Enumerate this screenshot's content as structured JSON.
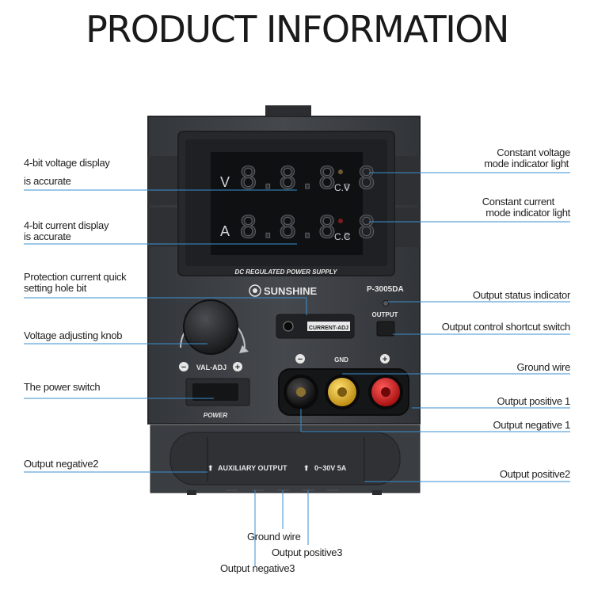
{
  "title": "PRODUCT INFORMATION",
  "device": {
    "brand": "SUNSHINE",
    "model": "P-3005DA",
    "panel_caption": "DC REGULATED POWER SUPPLY",
    "voltage_symbol": "V",
    "current_symbol": "A",
    "voltage_reading": "8.8.8.8",
    "current_reading": "8.8.8.8",
    "cv_label": "C.V",
    "cc_label": "C.C",
    "current_adj_label": "CURRENT-ADJ",
    "output_label": "OUTPUT",
    "gnd_label": "GND",
    "val_adj_label": "VAL-ADJ",
    "power_label": "POWER",
    "minus_symbol": "−",
    "plus_symbol": "+",
    "aux_label": "AUXILIARY OUTPUT",
    "aux_spec": "0~30V 5A",
    "colors": {
      "body": "#3a3d41",
      "display": "#111315",
      "red": "#d81e1e",
      "yellow": "#e0b020",
      "black_post": "#1a1a1a"
    }
  },
  "callouts": {
    "voltage_display_1": "4-bit voltage display",
    "voltage_display_2": "is accurate",
    "current_display_1": "4-bit current display",
    "current_display_2": "is accurate",
    "protection_1": "Protection current quick",
    "protection_2": "setting hole bit",
    "voltage_knob": "Voltage adjusting knob",
    "power_switch": "The power switch",
    "output_negative2": "Output negative2",
    "cv_light_1": "Constant voltage",
    "cv_light_2": "mode indicator light",
    "cc_light_1": "Constant current",
    "cc_light_2": "mode indicator light",
    "status_indicator": "Output status indicator",
    "shortcut_switch": "Output control shortcut switch",
    "ground_wire": "Ground wire",
    "output_positive1": "Output positive 1",
    "output_negative1": "Output negative 1",
    "output_positive2": "Output positive2",
    "ground_wire_bottom": "Ground wire",
    "output_positive3": "Output positive3",
    "output_negative3": "Output negative3"
  }
}
